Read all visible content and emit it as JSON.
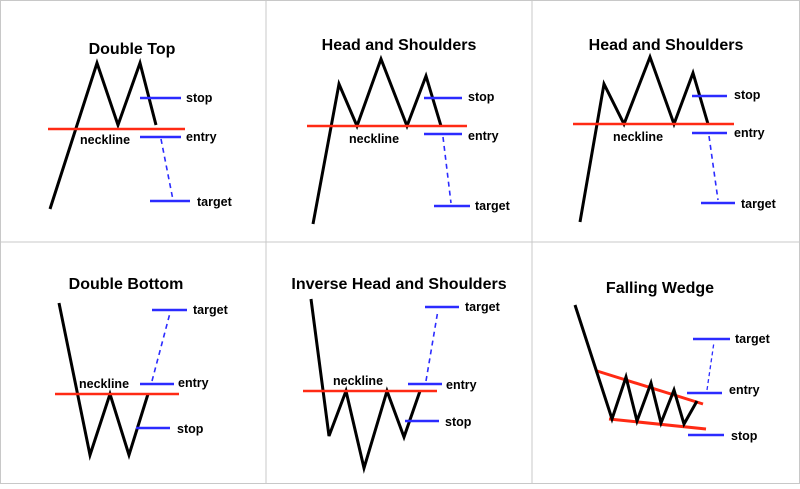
{
  "colors": {
    "price_line": "#000000",
    "neckline": "#ff2a14",
    "levels": "#2b2bff",
    "grid": "#c8c8c8"
  },
  "labels": {
    "stop": "stop",
    "entry": "entry",
    "target": "target",
    "neckline": "neckline"
  },
  "patterns": [
    {
      "id": "double-top",
      "title": "Double Top"
    },
    {
      "id": "head-and-shoulders-1",
      "title": "Head and Shoulders"
    },
    {
      "id": "head-and-shoulders-2",
      "title": "Head and Shoulders"
    },
    {
      "id": "double-bottom",
      "title": "Double Bottom"
    },
    {
      "id": "inverse-head-and-shoulders",
      "title": "Inverse Head and Shoulders"
    },
    {
      "id": "falling-wedge",
      "title": "Falling Wedge"
    }
  ]
}
